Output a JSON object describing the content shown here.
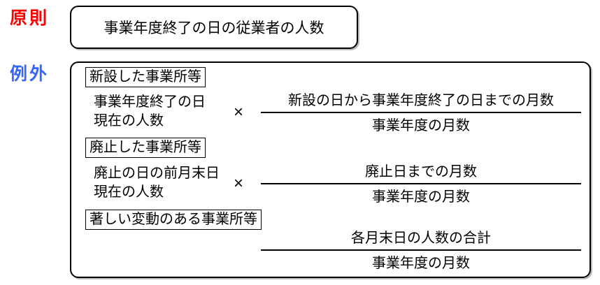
{
  "colors": {
    "principle_label": "#ff0000",
    "exception_label": "#3366ff",
    "line_and_border": "#000000"
  },
  "principle": {
    "label": "原則",
    "box_text": "事業年度終了の日の従業者の人数"
  },
  "exception": {
    "label": "例外",
    "sections": [
      {
        "heading": "新設した事業所等",
        "operand_line1": "事業年度終了の日",
        "operand_line2": "現在の人数",
        "operator": "×",
        "numerator": "新設の日から事業年度終了の日までの月数",
        "denominator": "事業年度の月数"
      },
      {
        "heading": "廃止した事業所等",
        "operand_line1": "廃止の日の前月末日",
        "operand_line2": "現在の人数",
        "operator": "×",
        "numerator": "廃止日までの月数",
        "denominator": "事業年度の月数"
      },
      {
        "heading": "著しい変動のある事業所等",
        "numerator": "各月末日の人数の合計",
        "denominator": "事業年度の月数"
      }
    ]
  }
}
